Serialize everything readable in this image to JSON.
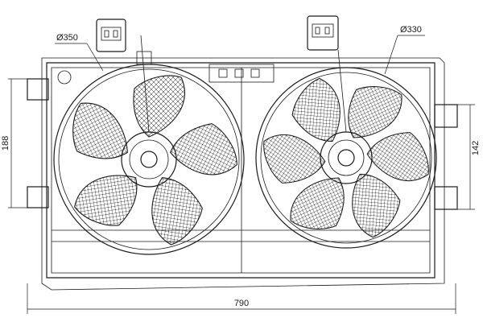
{
  "dimensions": {
    "left_fan_diameter": "Ø350",
    "right_fan_diameter": "Ø330",
    "left_height": "188",
    "right_height": "142",
    "total_width": "790"
  },
  "colors": {
    "line": "#1a1a1a",
    "background": "#ffffff"
  }
}
